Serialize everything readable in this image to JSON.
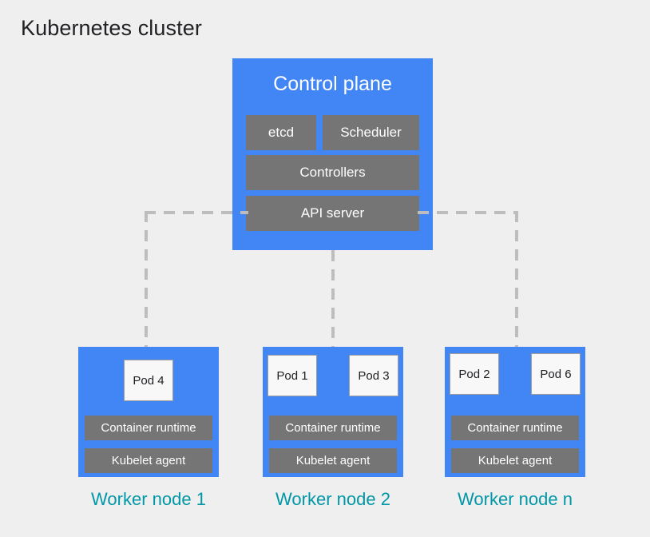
{
  "title": "Kubernetes cluster",
  "colors": {
    "background": "#efefef",
    "node_blue": "#4285f4",
    "component_gray": "#757575",
    "pod_white": "#f8f8f8",
    "label_teal": "#0097a7",
    "connector_gray": "#bdbdbd",
    "title_black": "#202124"
  },
  "control_plane": {
    "title": "Control plane",
    "components": [
      {
        "label": "etcd"
      },
      {
        "label": "Scheduler"
      },
      {
        "label": "Controllers"
      },
      {
        "label": "API server"
      }
    ]
  },
  "worker_nodes": [
    {
      "label": "Worker node 1",
      "pods": [
        {
          "label": "Pod 4"
        }
      ],
      "runtime_label": "Container runtime",
      "kubelet_label": "Kubelet agent"
    },
    {
      "label": "Worker node 2",
      "pods": [
        {
          "label": "Pod 1"
        },
        {
          "label": "Pod 3"
        }
      ],
      "runtime_label": "Container runtime",
      "kubelet_label": "Kubelet agent"
    },
    {
      "label": "Worker node n",
      "pods": [
        {
          "label": "Pod 2"
        },
        {
          "label": "Pod 6"
        }
      ],
      "runtime_label": "Container runtime",
      "kubelet_label": "Kubelet agent"
    }
  ],
  "connectors": [
    {
      "name": "api-server-to-worker-node-1",
      "style": "dashed"
    },
    {
      "name": "api-server-to-worker-node-2",
      "style": "dashed"
    },
    {
      "name": "api-server-to-worker-node-n",
      "style": "dashed"
    }
  ]
}
